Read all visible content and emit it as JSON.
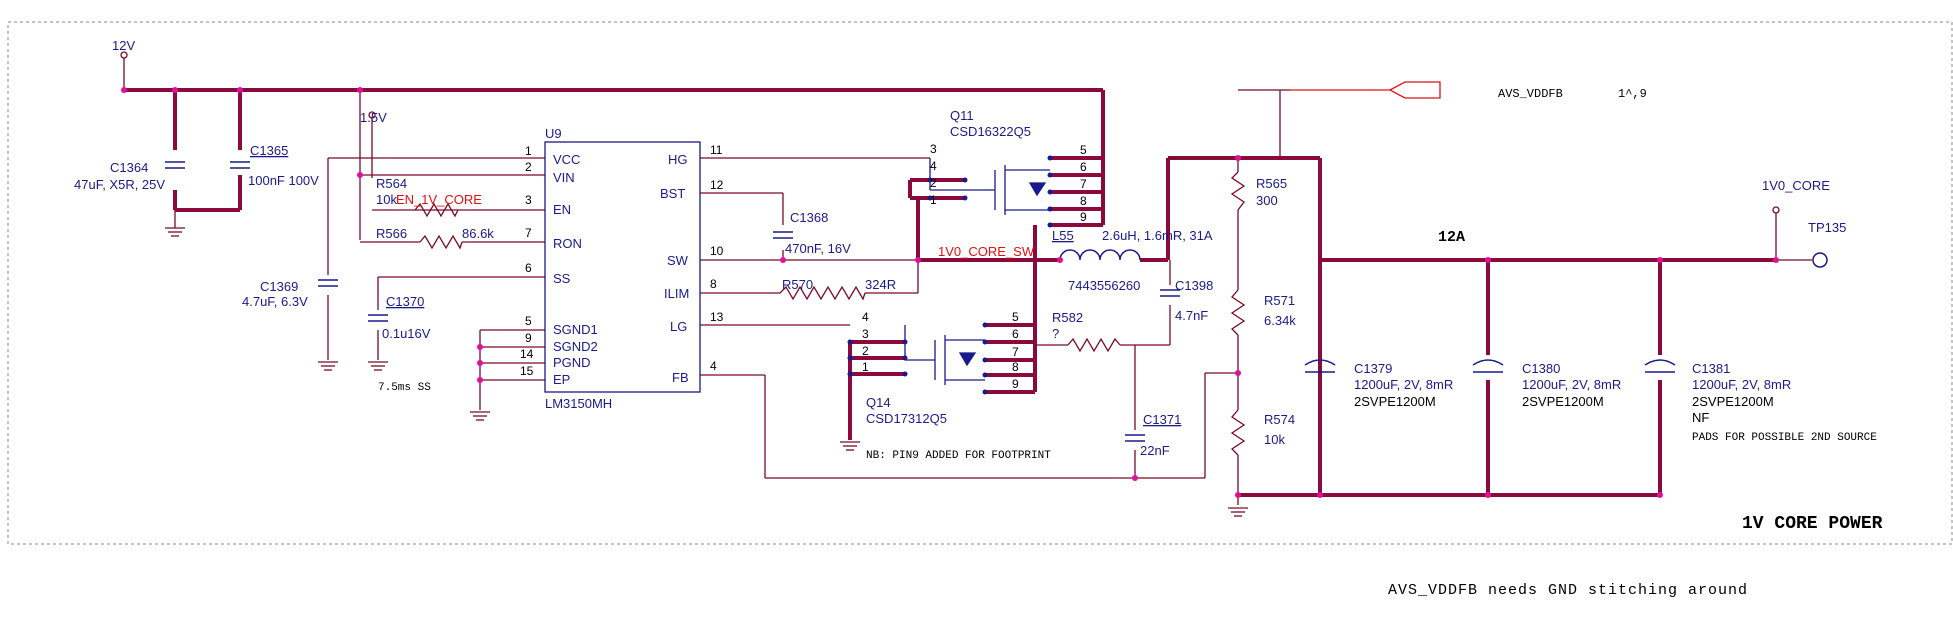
{
  "rails": {
    "v12": "12V",
    "v1_5": "1.5V",
    "v1v0": "1V0_CORE",
    "tp": "TP135",
    "current": "12A"
  },
  "nets": {
    "en": "EN_1V_CORE",
    "sw": "1V0_CORE_SW",
    "avs": "AVS_VDDFB",
    "avs_ref": "1^,9"
  },
  "ic": {
    "ref": "U9",
    "part": "LM3150MH",
    "left_pins": [
      {
        "num": "1",
        "name": "VCC"
      },
      {
        "num": "2",
        "name": "VIN"
      },
      {
        "num": "3",
        "name": "EN"
      },
      {
        "num": "7",
        "name": "RON"
      },
      {
        "num": "6",
        "name": "SS"
      },
      {
        "num": "5",
        "name": "SGND1"
      },
      {
        "num": "9",
        "name": "SGND2"
      },
      {
        "num": "14",
        "name": "PGND"
      },
      {
        "num": "15",
        "name": "EP"
      }
    ],
    "right_pins": [
      {
        "num": "11",
        "name": "HG"
      },
      {
        "num": "12",
        "name": "BST"
      },
      {
        "num": "10",
        "name": "SW"
      },
      {
        "num": "8",
        "name": "ILIM"
      },
      {
        "num": "13",
        "name": "LG"
      },
      {
        "num": "4",
        "name": "FB"
      }
    ]
  },
  "parts": {
    "c1364": {
      "ref": "C1364",
      "val": "47uF, X5R, 25V"
    },
    "c1365": {
      "ref": "C1365",
      "val": "100nF 100V"
    },
    "c1369": {
      "ref": "C1369",
      "val": "4.7uF, 6.3V"
    },
    "c1370": {
      "ref": "C1370",
      "val": "0.1u16V"
    },
    "r564": {
      "ref": "R564",
      "val": "10k"
    },
    "r566": {
      "ref": "R566",
      "val": "86.6k"
    },
    "c1368": {
      "ref": "C1368",
      "val": "470nF, 16V"
    },
    "r570": {
      "ref": "R570",
      "val": "324R"
    },
    "q11": {
      "ref": "Q11",
      "part": "CSD16322Q5"
    },
    "q14": {
      "ref": "Q14",
      "part": "CSD17312Q5"
    },
    "l55": {
      "ref": "L55",
      "val": "2.6uH, 1.6mR, 31A",
      "part": "7443556260"
    },
    "r582": {
      "ref": "R582",
      "val": "?"
    },
    "c1398": {
      "ref": "C1398",
      "val": "4.7nF"
    },
    "c1371": {
      "ref": "C1371",
      "val": "22nF"
    },
    "r565": {
      "ref": "R565",
      "val": "300"
    },
    "r571": {
      "ref": "R571",
      "val": "6.34k"
    },
    "r574": {
      "ref": "R574",
      "val": "10k"
    },
    "c1379": {
      "ref": "C1379",
      "val": "1200uF, 2V, 8mR",
      "part": "2SVPE1200M"
    },
    "c1380": {
      "ref": "C1380",
      "val": "1200uF, 2V, 8mR",
      "part": "2SVPE1200M"
    },
    "c1381": {
      "ref": "C1381",
      "val": "1200uF, 2V, 8mR",
      "part": "2SVPE1200M",
      "extra": "NF"
    }
  },
  "q11_pins": [
    "4",
    "2",
    "1",
    "3",
    "5",
    "6",
    "7",
    "8",
    "9"
  ],
  "q14_pins": [
    "4",
    "3",
    "2",
    "1",
    "5",
    "6",
    "7",
    "8",
    "9"
  ],
  "notes": {
    "ss": "7.5ms SS",
    "pin9": "NB: PIN9 ADDED FOR FOOTPRINT",
    "second_source": "PADS FOR POSSIBLE 2ND SOURCE",
    "title": "1V CORE POWER",
    "stitch": "AVS_VDDFB needs GND stitching around"
  },
  "colors": {
    "wire": "#8b0a3d",
    "thin": "#7a0a2a",
    "blue": "#1a1a8c",
    "red": "#e01010",
    "dot": "#e0109a"
  }
}
